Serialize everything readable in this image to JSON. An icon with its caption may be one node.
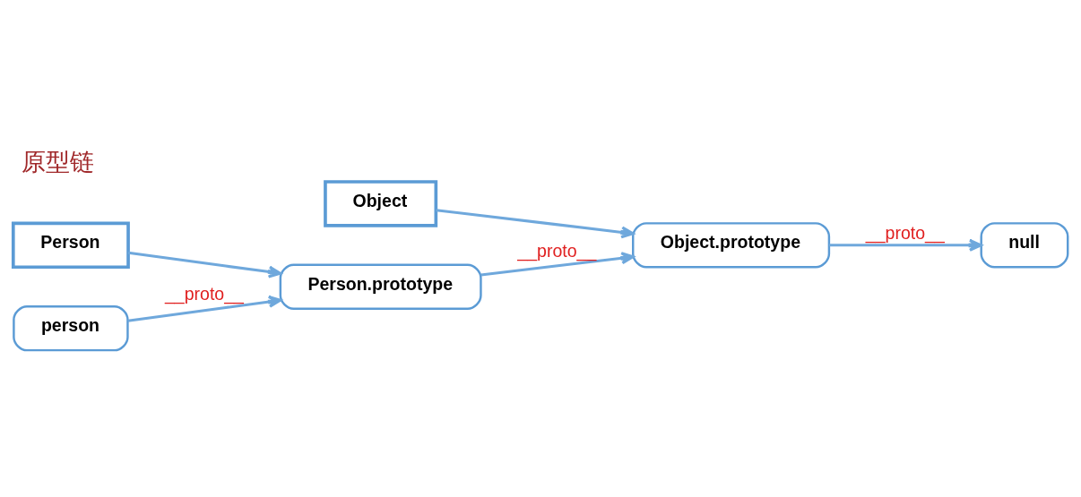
{
  "diagram": {
    "title": "原型链",
    "nodes": [
      {
        "text": [
          "null"
        ]
      },
      {
        "text": [
          "Object"
        ]
      },
      {
        "text": [
          "Object.prototype"
        ]
      },
      {
        "text": [
          "Person"
        ]
      },
      {
        "text": [
          "Person.prototype"
        ]
      },
      {
        "text": [
          "person"
        ]
      }
    ],
    "edges": [
      {
        "from": 1,
        "to": 2,
        "arrow": "to"
      },
      {
        "from": 2,
        "to": 0,
        "arrow": "to",
        "label": "__proto__"
      },
      {
        "from": 3,
        "to": 4,
        "arrow": "to"
      },
      {
        "from": 4,
        "to": 2,
        "arrow": "to",
        "label": "__proto__"
      },
      {
        "from": 5,
        "to": 4,
        "arrow": "to",
        "label": "__proto__"
      }
    ]
  }
}
